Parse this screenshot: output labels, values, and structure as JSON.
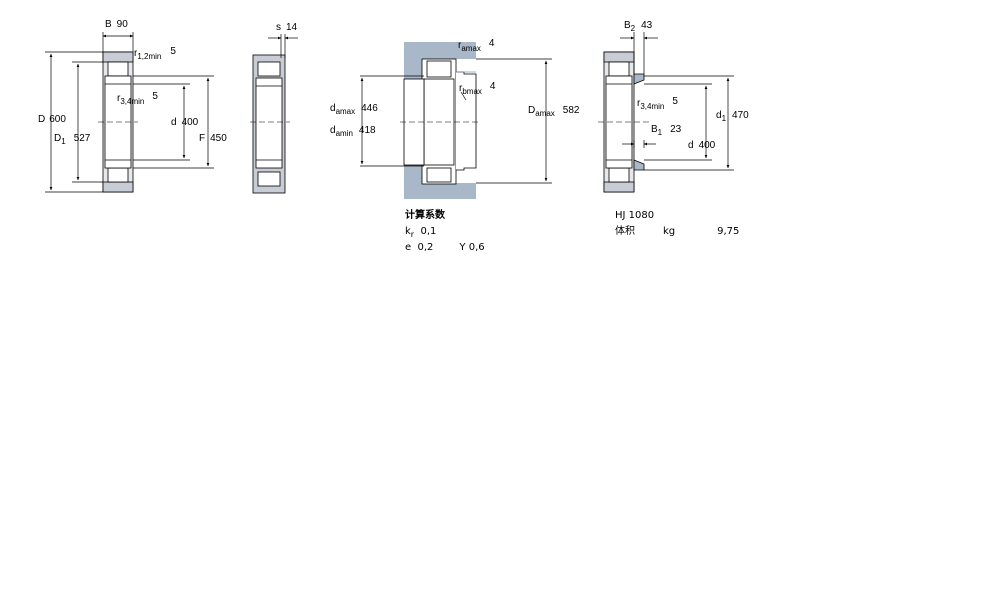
{
  "colors": {
    "shade": "#c8ccd4",
    "line": "#000000",
    "housing": "#a9b8c9",
    "accent": "#7d96b4"
  },
  "view1": {
    "B": {
      "sym": "B",
      "val": "90"
    },
    "r12": {
      "sym": "r",
      "sub": "1,2min",
      "val": "5"
    },
    "r34": {
      "sym": "r",
      "sub": "3,4min",
      "val": "5"
    },
    "D": {
      "sym": "D",
      "val": "600"
    },
    "D1": {
      "sym": "D",
      "sub": "1",
      "val": "527"
    },
    "d": {
      "sym": "d",
      "val": "400"
    },
    "F": {
      "sym": "F",
      "val": "450"
    }
  },
  "view2": {
    "s": {
      "sym": "s",
      "val": "14"
    }
  },
  "view3": {
    "ra": {
      "sym": "r",
      "sub": "amax",
      "val": "4"
    },
    "rb": {
      "sym": "r",
      "sub": "bmax",
      "val": "4"
    },
    "damax": {
      "sym": "d",
      "sub": "amax",
      "val": "446"
    },
    "damin": {
      "sym": "d",
      "sub": "amin",
      "val": "418"
    },
    "Damax": {
      "sym": "D",
      "sub": "amax",
      "val": "582"
    }
  },
  "calc": {
    "title": "计算系数",
    "kr_sym": "k",
    "kr_sub": "r",
    "kr_val": "0,1",
    "e_sym": "e",
    "e_val": "0,2",
    "Y_sym": "Y",
    "Y_val": "0,6"
  },
  "view4": {
    "B2": {
      "sym": "B",
      "sub": "2",
      "val": "43"
    },
    "r34": {
      "sym": "r",
      "sub": "3,4min",
      "val": "5"
    },
    "d1": {
      "sym": "d",
      "sub": "1",
      "val": "470"
    },
    "B1": {
      "sym": "B",
      "sub": "1",
      "val": "23"
    },
    "d": {
      "sym": "d",
      "val": "400"
    },
    "ring": "HJ 1080",
    "mass_label": "体积",
    "mass_unit": "kg",
    "mass_val": "9,75"
  }
}
